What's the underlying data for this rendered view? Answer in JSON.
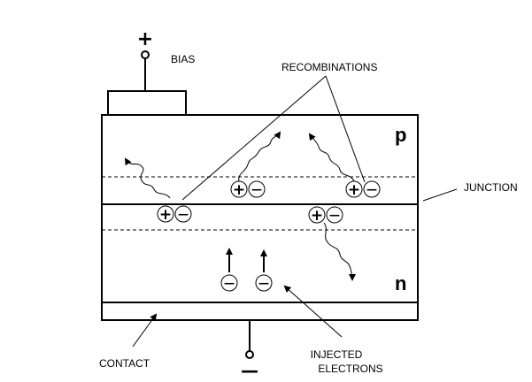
{
  "labels": {
    "bias": "BIAS",
    "recombinations": "RECOMBINATIONS",
    "junction": "JUNCTION",
    "p_region": "p",
    "n_region": "n",
    "contact": "CONTACT",
    "injected_line1": "INJECTED",
    "injected_line2": "ELECTRONS",
    "plus_terminal": "+",
    "minus_terminal": "—"
  },
  "carriers": {
    "hole_symbol": "+",
    "electron_symbol": "—"
  }
}
